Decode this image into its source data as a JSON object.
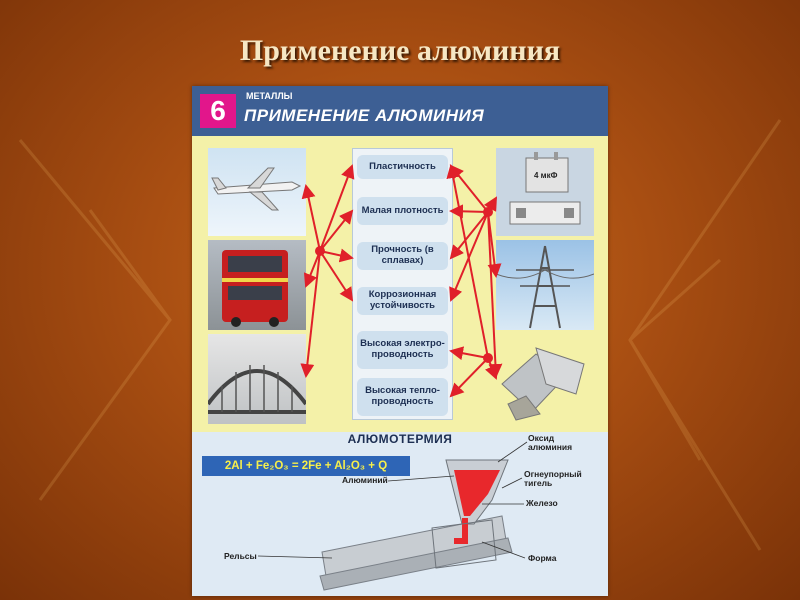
{
  "slide": {
    "title": "Применение алюминия"
  },
  "poster": {
    "number": "6",
    "subject": "МЕТАЛЛЫ",
    "title": "ПРИМЕНЕНИЕ АЛЮМИНИЯ",
    "properties": [
      "Пластичность",
      "Малая плотность",
      "Прочность (в сплавах)",
      "Коррозионная устойчивость",
      "Высокая электро-проводность",
      "Высокая тепло-проводность"
    ],
    "capacitor_label": "4 мкФ",
    "aluminothermy": {
      "title": "АЛЮМОТЕРМИЯ",
      "formula": "2Al + Fe₂O₃ = 2Fe + Al₂O₃ + Q",
      "labels": {
        "oxide": "Оксид алюминия",
        "aluminum": "Алюминий",
        "crucible": "Огнеупорный тигель",
        "iron": "Железо",
        "rails": "Рельсы",
        "form": "Форма"
      }
    }
  },
  "colors": {
    "arrow": "#e0202a",
    "header": "#3d5f94",
    "number": "#e2168b",
    "poster": "#f4f1a8"
  }
}
